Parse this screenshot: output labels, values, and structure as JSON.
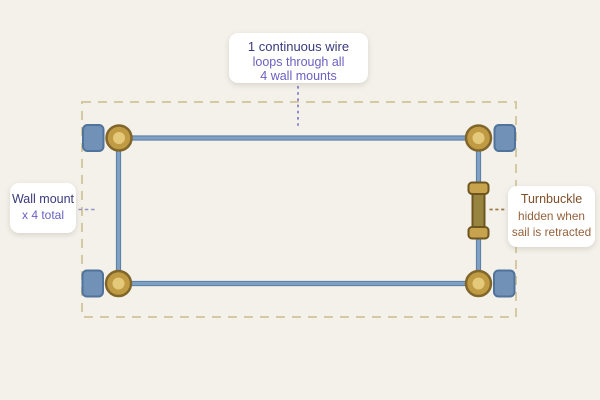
{
  "diagram": {
    "description": "retractable sail wire rigging diagram",
    "callouts": {
      "wire": {
        "title": "1 continuous wire",
        "line2": "loops through all",
        "line3": "4 wall mounts"
      },
      "wall_mount": {
        "title": "Wall mount",
        "line2": "x 4 total"
      },
      "turnbuckle": {
        "title": "Turnbuckle",
        "line2": "hidden when",
        "line3": "sail is retracted"
      }
    },
    "icons": [
      "wall-mount-pulley-icon",
      "wall-bracket-icon",
      "turnbuckle-icon",
      "wire-loop",
      "sail-boundary-outline"
    ],
    "colors": {
      "background": "#f3f1ea",
      "boundary_dash": "#d5c9a3",
      "wire_blue": "#7fa0c3",
      "wire_edge": "#5e81a8",
      "mount_gold": "#c09b44",
      "mount_gold_border": "#80662a",
      "mount_center": "#e4c97b",
      "bracket_blue": "#7191b7",
      "bracket_border": "#50739c",
      "turnbuckle_cap": "#c8a34e",
      "turnbuckle_body": "#97843f",
      "turnbuckle_border": "#6e551f",
      "label_navy": "#3a3a7c",
      "label_purple": "#6b60c2",
      "label_brown_dark": "#7e4e28",
      "label_brown": "#96613a",
      "leader_purple": "#7b72c6",
      "leader_brown": "#9d7c46",
      "card_background": "#ffffff"
    }
  }
}
